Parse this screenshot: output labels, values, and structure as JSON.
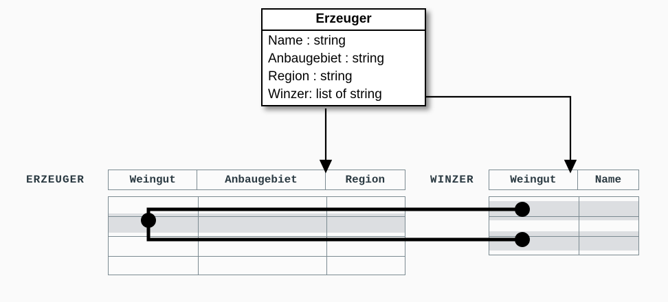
{
  "diagram": {
    "background_color": "#fafafa",
    "uml_class": {
      "title": "Erzeuger",
      "attributes": [
        "Name : string",
        "Anbaugebiet : string",
        "Region : string",
        "Winzer: list of string"
      ]
    },
    "tables": [
      {
        "name": "ERZEUGER",
        "columns": [
          "Weingut",
          "Anbaugebiet",
          "Region"
        ],
        "row_count": 4,
        "highlighted_rows": [
          2
        ]
      },
      {
        "name": "WINZER",
        "columns": [
          "Weingut",
          "Name"
        ],
        "row_count": 3,
        "highlighted_rows": [
          1,
          3
        ]
      }
    ],
    "colors": {
      "line": "#000000",
      "table_border": "#7b8a91",
      "row_highlight": "#dcdee1",
      "label_text": "#2b3a42",
      "table_fill": "#fbfbfb"
    },
    "connectors": [
      {
        "from": "Erzeuger",
        "to": "ERZEUGER",
        "style": "arrow"
      },
      {
        "from": "Erzeuger.Winzer",
        "to": "WINZER",
        "style": "arrow"
      }
    ],
    "value_links": [
      {
        "from": "ERZEUGER.row2.Weingut",
        "to": "WINZER.row1.Weingut"
      },
      {
        "from": "ERZEUGER.row2.Weingut",
        "to": "WINZER.row3.Weingut"
      }
    ]
  }
}
